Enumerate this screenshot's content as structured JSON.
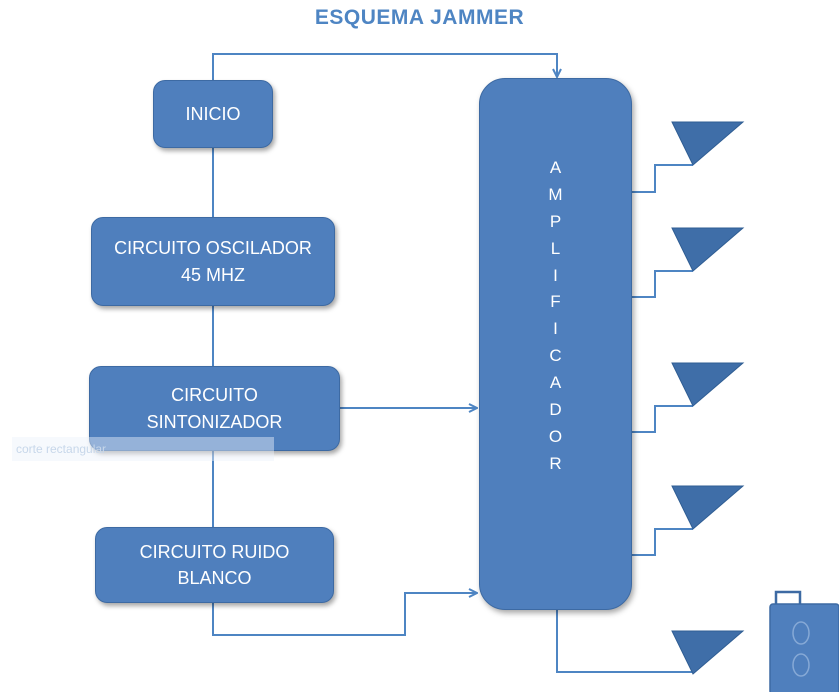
{
  "title": "ESQUEMA JAMMER",
  "boxes": {
    "inicio": "INICIO",
    "oscilador": "CIRCUITO  OSCILADOR\n45 MHZ",
    "sintonizador": "CIRCUITO\nSINTONIZADOR",
    "ruido": "CIRCUITO RUIDO\nBLANCO"
  },
  "amplifier_letters": [
    "A",
    "M",
    "P",
    "L",
    "I",
    "F",
    "I",
    "C",
    "A",
    "D",
    "O",
    "R"
  ],
  "overlay_text": "corte rectangular",
  "colors": {
    "box_fill": "#4f7fbd",
    "box_border": "#3d6aa3",
    "line": "#4e85c3",
    "antenna": "#3f6ea8",
    "title": "#4e85c3"
  }
}
